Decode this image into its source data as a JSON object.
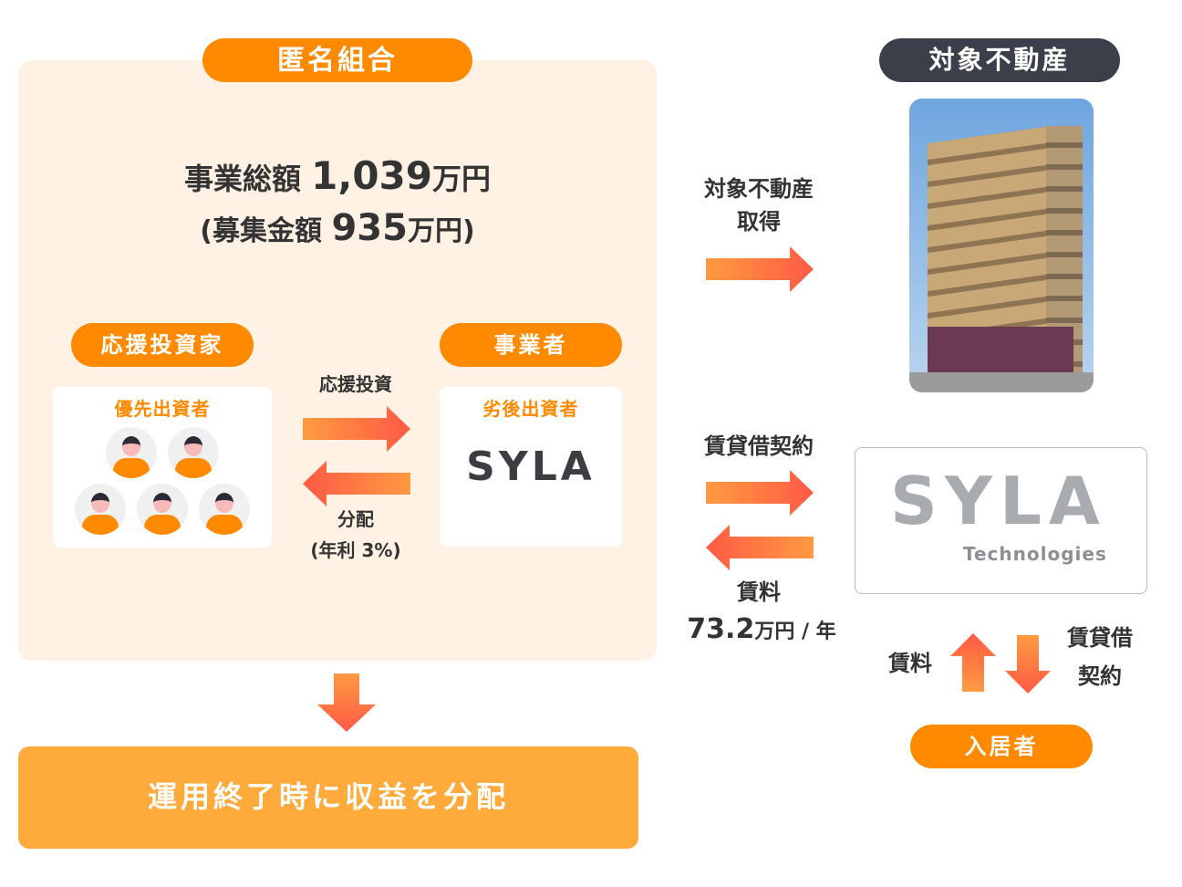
{
  "fund": {
    "title": "匿名組合",
    "total_label": "事業総額",
    "total_value": "1,039",
    "total_unit": "万円",
    "raise_label": "(募集金額",
    "raise_value": "935",
    "raise_unit": "万円)"
  },
  "investor": {
    "title": "応援投資家",
    "card_title": "優先出資者"
  },
  "operator": {
    "title": "事業者",
    "card_title": "劣後出資者",
    "logo": "SYLA"
  },
  "flows": {
    "invest": "応援投資",
    "dist": "分配",
    "dist_rate": "(年利 3%)",
    "acquire_1": "対象不動産",
    "acquire_2": "取得",
    "lease": "賃貸借契約",
    "rent": "賃料",
    "rent_value": "73.2",
    "rent_unit": "万円 / 年",
    "tenant_rent": "賃料",
    "tenant_lease_1": "賃貸借",
    "tenant_lease_2": "契約"
  },
  "property": {
    "title": "対象不動産"
  },
  "tech": {
    "logo": "SYLA",
    "sub": "Technologies"
  },
  "tenant": {
    "title": "入居者"
  },
  "result": {
    "label": "運用終了時に収益を分配"
  }
}
